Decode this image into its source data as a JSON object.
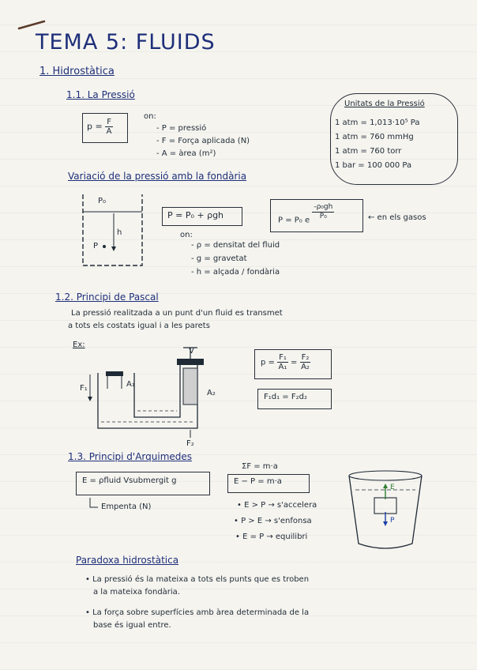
{
  "title": "TEMA 5: FLUIDS",
  "s1": {
    "heading": "1. Hidrostàtica"
  },
  "s11": {
    "heading": "1.1. La Pressió",
    "formula_lhs": "p =",
    "formula_num": "F",
    "formula_den": "A",
    "on": "on:",
    "defs": [
      "- P = pressió",
      "- F = Força aplicada (N)",
      "- A = àrea (m²)"
    ]
  },
  "units": {
    "title": "Unitats de la Pressió",
    "lines": [
      "1 atm = 1,013·10⁵ Pa",
      "1 atm = 760 mmHg",
      "1 atm = 760 torr",
      "1 bar = 100 000 Pa"
    ]
  },
  "variation": {
    "heading": "Variació de la pressió amb la fondària",
    "fig_p0": "P₀",
    "fig_h": "h",
    "fig_p": "P",
    "formula1": "P = P₀ + ρgh",
    "formula2_lhs": "P = P₀ e",
    "formula2_exp_num": "-ρ₀gh",
    "formula2_exp_den": "P₀",
    "note": "← en els gasos",
    "on": "on:",
    "defs": [
      "- ρ = densitat del fluid",
      "- g = gravetat",
      "- h = alçada / fondària"
    ]
  },
  "pascal": {
    "heading": "1.2. Principi de Pascal",
    "text1": "La pressió realitzada a un punt d'un fluid es transmet",
    "text2": "a tots els costats igual i a les parets",
    "ex": "Ex:",
    "fig_f1": "F₁",
    "fig_a1": "A₁",
    "fig_a2": "A₂",
    "fig_f2": "F₂",
    "fig_v": "V",
    "formula1_lhs": "p =",
    "formula1_n1": "F₁",
    "formula1_d1": "A₁",
    "formula1_eq": "=",
    "formula1_n2": "F₂",
    "formula1_d2": "A₂",
    "formula2": "F₁d₁ = F₂d₂"
  },
  "arq": {
    "heading": "1.3. Principi d'Arquimedes",
    "formula": "E = ρfluid Vsubmergit g",
    "empenta": "Empenta (N)",
    "sum": "ΣF = m·a",
    "formula2": "E − P = m·a",
    "cases": [
      "• E > P → s'accelera",
      "• P > E → s'enfonsa",
      "• E = P → equilibri"
    ],
    "fig_e": "E",
    "fig_p": "P"
  },
  "paradox": {
    "heading": "Paradoxa hidrostàtica",
    "b1a": "• La pressió és la mateixa a tots els punts que es troben",
    "b1b": "a la mateixa fondària.",
    "b2a": "• La força sobre superfícies amb àrea determinada de la",
    "b2b": "base és igual entre."
  }
}
